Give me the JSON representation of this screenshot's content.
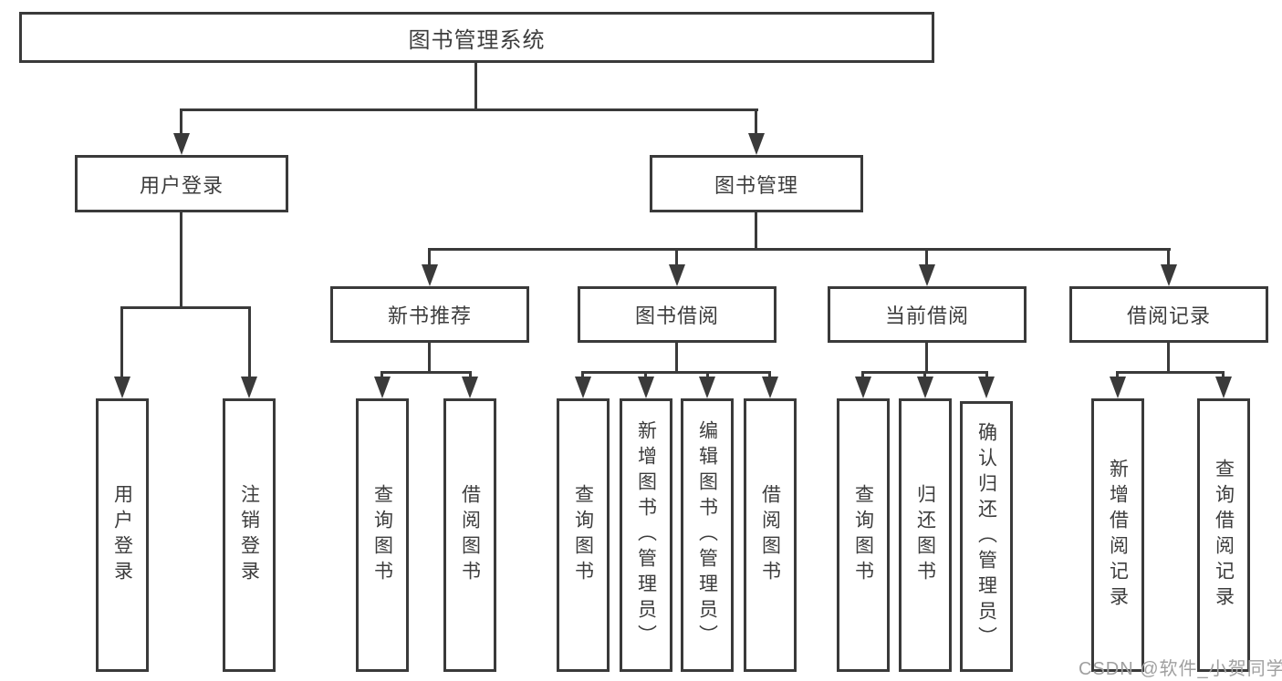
{
  "diagram": {
    "root": "图书管理系统",
    "user_login": {
      "label": "用户登录",
      "children": [
        "用户登录",
        "注销登录"
      ]
    },
    "book_mgmt": {
      "label": "图书管理",
      "groups": [
        {
          "label": "新书推荐",
          "children": [
            "查询图书",
            "借阅图书"
          ]
        },
        {
          "label": "图书借阅",
          "children": [
            "查询图书",
            "新增图书（管理员）",
            "编辑图书（管理员）",
            "借阅图书"
          ]
        },
        {
          "label": "当前借阅",
          "children": [
            "查询图书",
            "归还图书",
            "确认归还（管理员）"
          ]
        },
        {
          "label": "借阅记录",
          "children": [
            "新增借阅记录",
            "查询借阅记录"
          ]
        }
      ]
    }
  },
  "watermark": "CSDN @软件_小贺同学",
  "colors": {
    "line": "#3a3a3a",
    "text": "#3d3d3d",
    "watermark": "#a0a0a0",
    "background": "#ffffff"
  }
}
